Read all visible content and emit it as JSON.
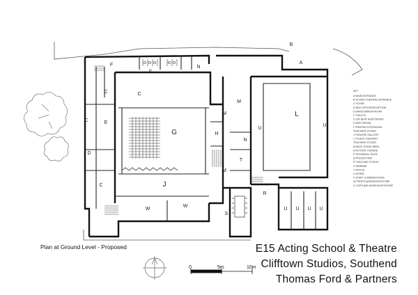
{
  "caption": "Plan at Ground Level - Proposed",
  "title_lines": [
    "E15 Acting School & Theatre",
    "Clifftown Studios, Southend",
    "Thomas Ford & Partners"
  ],
  "scale_bar": {
    "labels": [
      "0",
      "5m",
      "10m"
    ]
  },
  "key": {
    "heading": "KEY",
    "entries": [
      "A   MAIN ENTRANCE",
      "B   STUDIO THEATRE ENTRANCE",
      "C   FOYER",
      "D   BOX OFFICE/RECEPTION",
      "E   BAR/COMMON ROOM",
      "F   TOILETS",
      "G   200 SEAT AUDITORIUM",
      "H   MFE ORGAN",
      "I   THEATRE EXTENSION/",
      "     TEACHING STUDIO",
      "J   THEATRE GALLERY",
      "L   STUDIO THEATRE/",
      "     TEACHING STUDIO",
      "M   BACK STAGE AREA",
      "N   ACTORS' CHANGE",
      "P   TECHNICAL SUITE",
      "Q   PROJECTION",
      "R   TEACHING STUDIO",
      "S   SEMINAR",
      "T   OFFICE",
      "U   STORE",
      "V   STAFF COMMON ROOM",
      "W   PROPS WORKSHOP/STORE",
      "X   COSTUME WORKSHOP/STORE"
    ]
  },
  "room_labels": {
    "b": "B",
    "a1": "A",
    "f1": "F",
    "f2": "F",
    "n1": "N",
    "c1": "C",
    "c2": "C",
    "c3": "C",
    "c4": "C",
    "e": "E",
    "d": "D",
    "g": "G",
    "h": "H",
    "m1": "M",
    "m2": "M",
    "m3": "M",
    "n2": "N",
    "t": "T",
    "j": "J",
    "w1": "W",
    "w2": "W",
    "l": "L",
    "u1": "U",
    "u2": "U",
    "u3": "U",
    "u4": "U",
    "u5": "U",
    "u6": "U",
    "s": "S",
    "r": "R"
  }
}
